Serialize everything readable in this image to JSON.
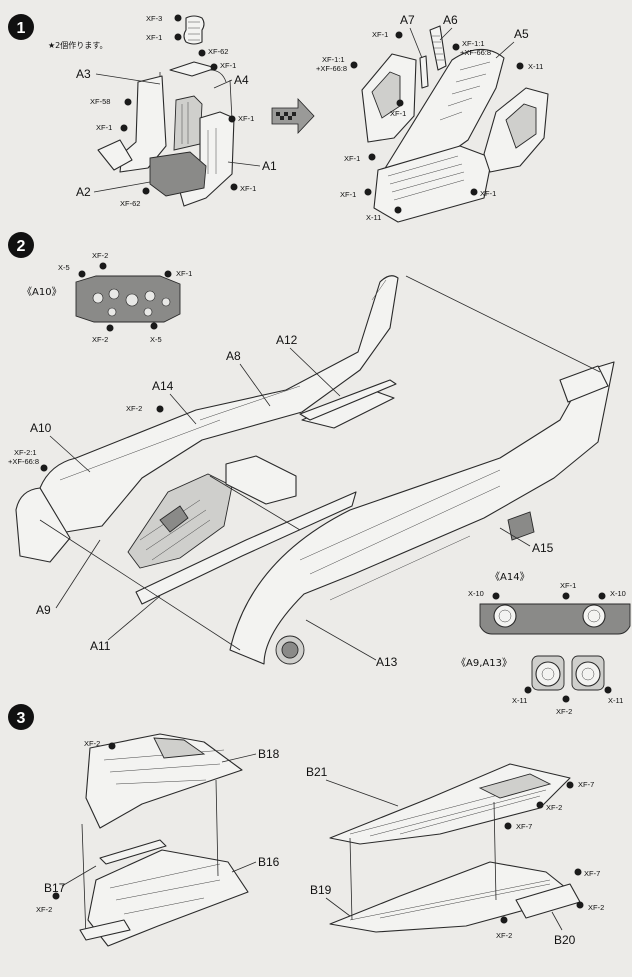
{
  "steps": [
    {
      "number": "1",
      "note": "★2個作ります。"
    },
    {
      "number": "2"
    },
    {
      "number": "3"
    }
  ],
  "step1": {
    "labels": {
      "a3": "A3",
      "a4": "A4",
      "a1": "A1",
      "a2": "A2",
      "a7": "A7",
      "a6": "A6",
      "a5": "A5"
    },
    "paints": {
      "xf3": "XF-3",
      "xf1_top": "XF-1",
      "xf62_top": "XF-62",
      "xf1_a": "XF-1",
      "xf58": "XF-58",
      "xf1_b": "XF-1",
      "xf1_c": "XF-1",
      "xf62_b": "XF-62",
      "xf1_d": "XF-1",
      "mix1": "XF-1:1",
      "mix1b": "+XF-66:8",
      "xf1_e": "XF-1",
      "mix2": "XF-1:1",
      "mix2b": "+XF-66:8",
      "x11_a": "X-11",
      "xf1_f": "XF-1",
      "xf1_g": "XF-1",
      "xf1_h": "XF-1",
      "xf1_i": "XF-1",
      "x11_b": "X-11"
    }
  },
  "step2": {
    "labels": {
      "a10_sub": "《A10》",
      "a12": "A12",
      "a8": "A8",
      "a14": "A14",
      "a10": "A10",
      "a9": "A9",
      "a11": "A11",
      "a15": "A15",
      "a13": "A13",
      "a14_sub": "《A14》",
      "a9a13_sub": "《A9,A13》"
    },
    "paints": {
      "xf2_a": "XF-2",
      "x5_a": "X-5",
      "xf1_a": "XF-1",
      "xf2_b": "XF-2",
      "x5_b": "X-5",
      "xf2_c": "XF-2",
      "mix1": "XF-2:1",
      "mix1b": "+XF-66:8",
      "xf1_b": "XF-1",
      "x10_a": "X-10",
      "x10_b": "X-10",
      "x11_a": "X-11",
      "x11_b": "X-11",
      "xf2_d": "XF-2"
    }
  },
  "step3": {
    "labels": {
      "b18": "B18",
      "b16": "B16",
      "b17": "B17",
      "b21": "B21",
      "b19": "B19",
      "b20": "B20"
    },
    "paints": {
      "xf2_a": "XF-2",
      "xf2_b": "XF-2",
      "xf7_a": "XF-7",
      "xf2_c": "XF-2",
      "xf7_b": "XF-7",
      "xf7_c": "XF-7",
      "xf2_d": "XF-2",
      "xf2_e": "XF-2"
    }
  }
}
